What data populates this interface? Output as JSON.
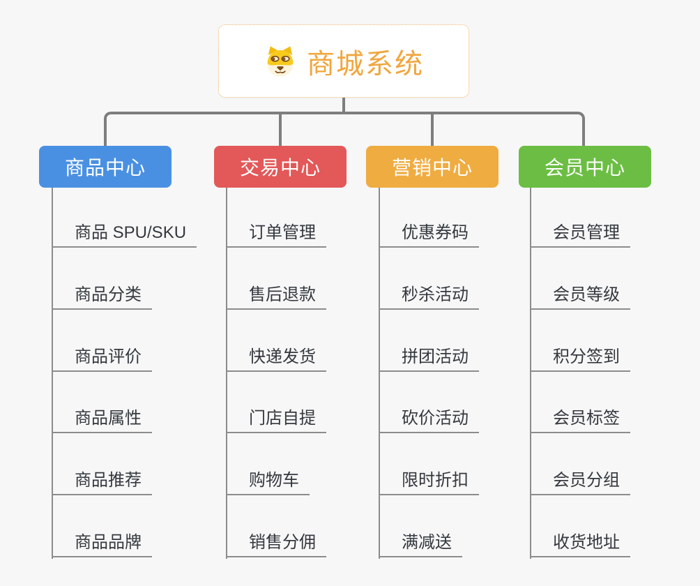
{
  "root": {
    "title": "商城系统",
    "icon": "shiba-dog-icon"
  },
  "branches": [
    {
      "label": "商品中心",
      "color": "#4a90e2",
      "children": [
        "商品 SPU/SKU",
        "商品分类",
        "商品评价",
        "商品属性",
        "商品推荐",
        "商品品牌"
      ]
    },
    {
      "label": "交易中心",
      "color": "#e35858",
      "children": [
        "订单管理",
        "售后退款",
        "快递发货",
        "门店自提",
        "购物车",
        "销售分佣"
      ]
    },
    {
      "label": "营销中心",
      "color": "#efac41",
      "children": [
        "优惠券码",
        "秒杀活动",
        "拼团活动",
        "砍价活动",
        "限时折扣",
        "满减送"
      ]
    },
    {
      "label": "会员中心",
      "color": "#6bbe43",
      "children": [
        "会员管理",
        "会员等级",
        "积分签到",
        "会员标签",
        "会员分组",
        "收货地址"
      ]
    }
  ],
  "colors": {
    "background": "#f7f7f7",
    "trunk_line": "#7e7e7e",
    "leaf_line": "#8c8c8c",
    "root_text": "#f0a63e",
    "root_border": "#f0b768",
    "leaf_text": "#34383e"
  }
}
